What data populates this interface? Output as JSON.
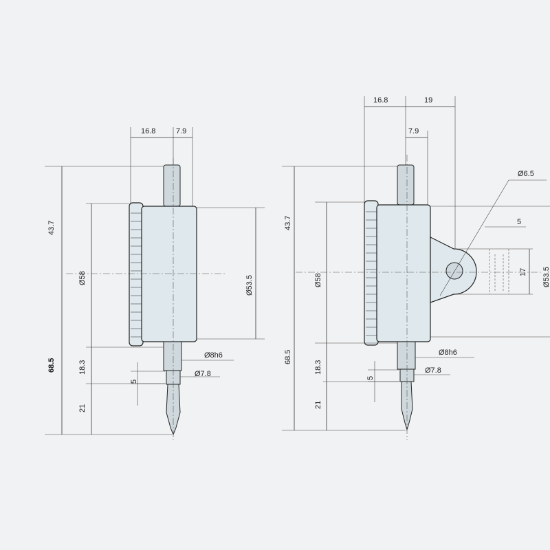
{
  "left_view": {
    "dims": {
      "top_16_8": "16.8",
      "top_7_9": "7.9",
      "h_43_7": "43.7",
      "h_68_5": "68.5",
      "dia_58": "Ø58",
      "h_18_3": "18.3",
      "h_5": "5",
      "h_21": "21",
      "dia_53_5": "Ø53.5",
      "dia_8h6": "Ø8h6",
      "dia_7_8": "Ø7.8"
    }
  },
  "right_view": {
    "dims": {
      "top_16_8": "16.8",
      "top_19": "19",
      "top_7_9": "7.9",
      "dia_6_5": "Ø6.5",
      "w_5": "5",
      "h_17": "17",
      "dia_53_5": "Ø53.5",
      "h_43_7": "43.7",
      "dia_58": "Ø58",
      "h_68_5": "68.5",
      "h_18_3": "18.3",
      "h_5": "5",
      "h_21": "21",
      "dia_8h6": "Ø8h6",
      "dia_7_8": "Ø7.8"
    }
  }
}
